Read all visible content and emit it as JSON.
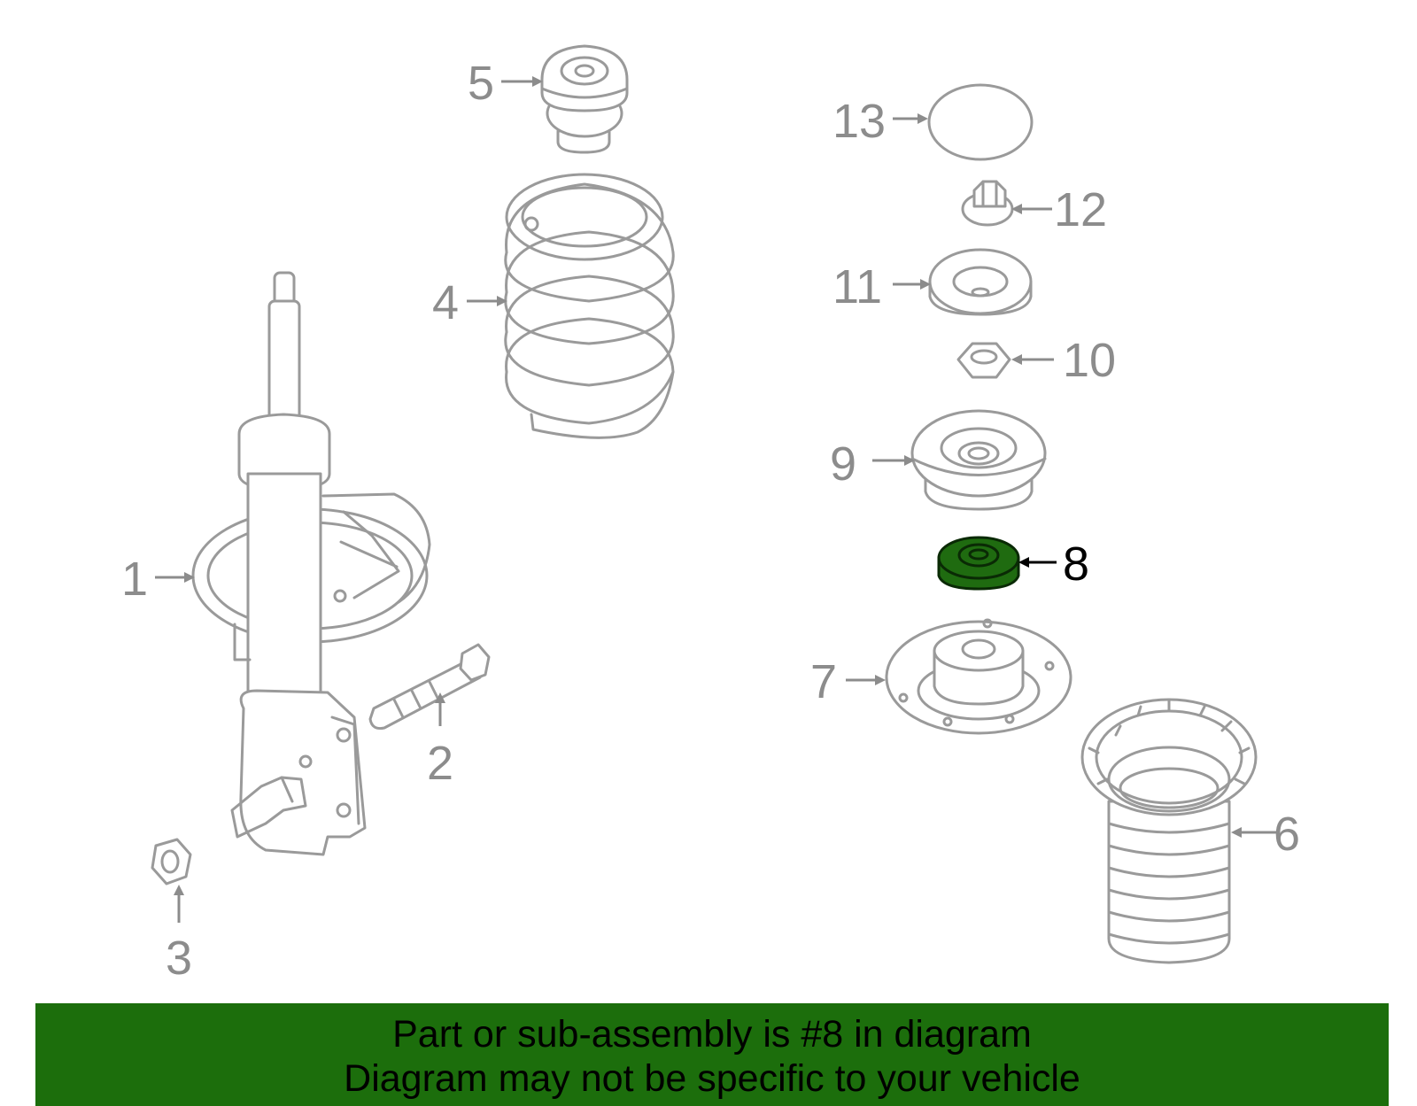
{
  "callouts": {
    "c1": "1",
    "c2": "2",
    "c3": "3",
    "c4": "4",
    "c5": "5",
    "c6": "6",
    "c7": "7",
    "c8": "8",
    "c9": "9",
    "c10": "10",
    "c11": "11",
    "c12": "12",
    "c13": "13"
  },
  "highlight": {
    "part_number": "8",
    "color": "#1f6b10"
  },
  "banner": {
    "line1": "Part or sub-assembly is #8 in diagram",
    "line2": "Diagram may not be specific to your vehicle",
    "color": "#1c6e0c"
  },
  "colors": {
    "line_art": "#9a9a9a",
    "label": "#8c8c8c"
  }
}
